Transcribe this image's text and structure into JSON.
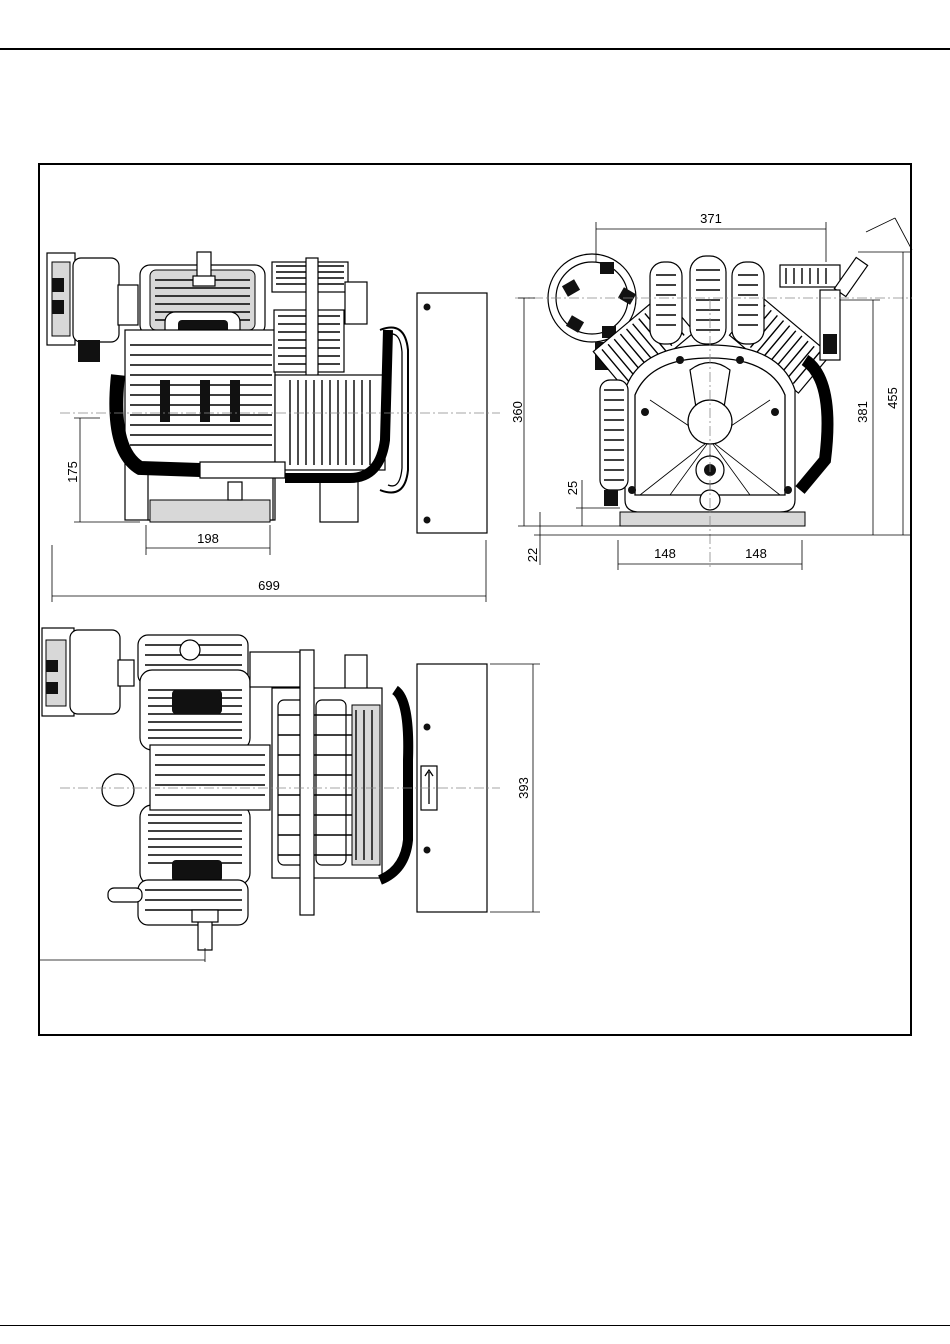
{
  "dimensions": {
    "overall_length": "699",
    "crank_offset": "198",
    "shaft_height": "175",
    "front_height_shaft": "360",
    "top_width": "371",
    "left_spacing": "148",
    "right_spacing": "148",
    "base_height": "25",
    "foot_height": "22",
    "valve_height": "381",
    "total_height": "455",
    "top_view_width": "393"
  }
}
